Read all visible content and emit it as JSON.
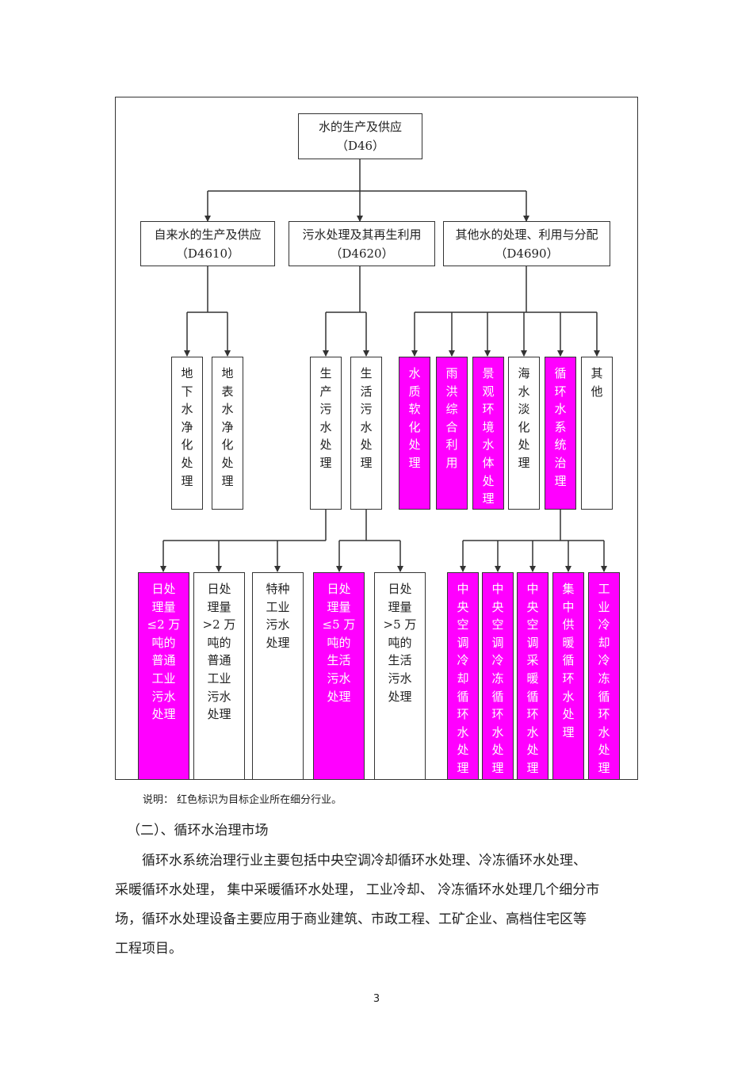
{
  "diagram": {
    "root": {
      "name": "水的生产及供应",
      "code": "（D46）"
    },
    "level2": [
      {
        "name": "自来水的生产及供应",
        "code": "（D4610）"
      },
      {
        "name": "污水处理及其再生利用",
        "code": "（D4620）"
      },
      {
        "name": "其他水的处理、利用与分配",
        "code": "（D4690）"
      }
    ],
    "level3": [
      {
        "label": "地\n下\n水\n净\n化\n处\n理",
        "highlight": false
      },
      {
        "label": "地\n表\n水\n净\n化\n处\n理",
        "highlight": false
      },
      {
        "label": "生\n产\n污\n水\n处\n理",
        "highlight": false
      },
      {
        "label": "生\n活\n污\n水\n处\n理",
        "highlight": false
      },
      {
        "label": "水\n质\n软\n化\n处\n理",
        "highlight": true
      },
      {
        "label": "雨\n洪\n综\n合\n利\n用",
        "highlight": true
      },
      {
        "label": "景\n观\n环\n境\n水\n体\n处\n理",
        "highlight": true
      },
      {
        "label": "海\n水\n淡\n化\n处\n理",
        "highlight": false
      },
      {
        "label": "循\n环\n水\n系\n统\n治\n理",
        "highlight": true
      },
      {
        "label": "其\n他",
        "highlight": false
      }
    ],
    "level4": [
      {
        "label": "日处\n理量\n≤2 万\n吨的\n普通\n工业\n污水\n处理",
        "highlight": true
      },
      {
        "label": "日处\n理量\n>2 万\n吨的\n普通\n工业\n污水\n处理",
        "highlight": false
      },
      {
        "label": "特种\n工业\n污水\n处理",
        "highlight": false
      },
      {
        "label": "日处\n理量\n≤5 万\n吨的\n生活\n污水\n处理",
        "highlight": true
      },
      {
        "label": "日处\n理量\n>5 万\n吨的\n生活\n污水\n处理",
        "highlight": false
      },
      {
        "label": "中\n央\n空\n调\n冷\n却\n循\n环\n水\n处\n理",
        "highlight": true
      },
      {
        "label": "中\n央\n空\n调\n冷\n冻\n循\n环\n水\n处\n理",
        "highlight": true
      },
      {
        "label": "中\n央\n空\n调\n采\n暖\n循\n环\n水\n处\n理",
        "highlight": true
      },
      {
        "label": "集\n中\n供\n暖\n循\n环\n水\n处\n理",
        "highlight": true
      },
      {
        "label": "工\n业\n冷\n却\n冷\n冻\n循\n环\n水\n处\n理",
        "highlight": true
      }
    ],
    "highlight_color": "#ff00ff"
  },
  "note": "说明：  红色标识为目标企业所在细分行业。",
  "section_heading": "（二）、循环水治理市场",
  "paragraph_lines": [
    "循环水系统治理行业主要包括中央空调冷却循环水处理、冷冻循环水处理、",
    "采暖循环水处理，  集中采暖循环水处理，   工业冷却、 冷冻循环水处理几个细分市",
    "场，循环水处理设备主要应用于商业建筑、市政工程、工矿企业、高档住宅区等",
    "工程项目。"
  ],
  "page_number": "3"
}
